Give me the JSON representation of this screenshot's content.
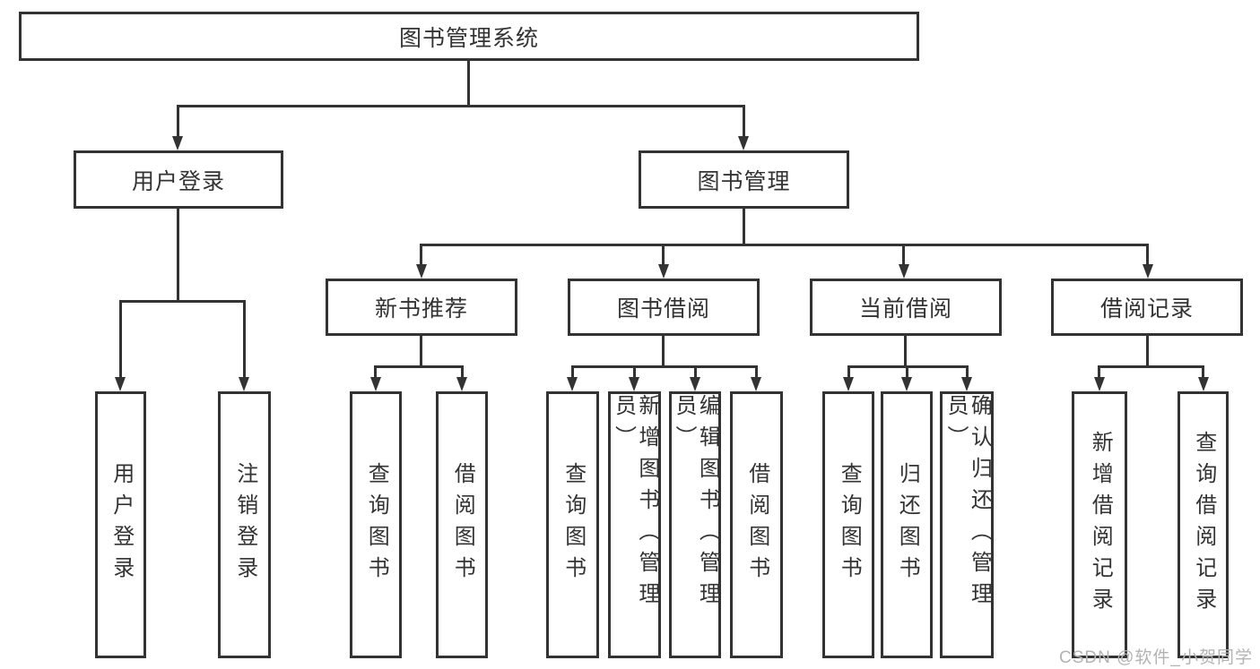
{
  "diagram": {
    "root_label": "图书管理系统",
    "level2": [
      {
        "label": "用户登录"
      },
      {
        "label": "图书管理"
      }
    ],
    "level3": [
      {
        "label": "新书推荐"
      },
      {
        "label": "图书借阅"
      },
      {
        "label": "当前借阅"
      },
      {
        "label": "借阅记录"
      }
    ],
    "leaves": {
      "user_login": [
        "用户登录",
        "注销登录"
      ],
      "new_book_recommend": [
        "查询图书",
        "借阅图书"
      ],
      "book_borrow": [
        "查询图书",
        "新增图书（管理员）",
        "编辑图书（管理员）",
        "借阅图书"
      ],
      "current_borrow": [
        "查询图书",
        "归还图书",
        "确认归还（管理员）"
      ],
      "borrow_record": [
        "新增借阅记录",
        "查询借阅记录"
      ]
    }
  },
  "watermark": "CSDN @软件_小贺同学",
  "colors": {
    "line": "#333333",
    "text": "#333333",
    "watermark": "#b3b3b3",
    "background": "#ffffff"
  }
}
